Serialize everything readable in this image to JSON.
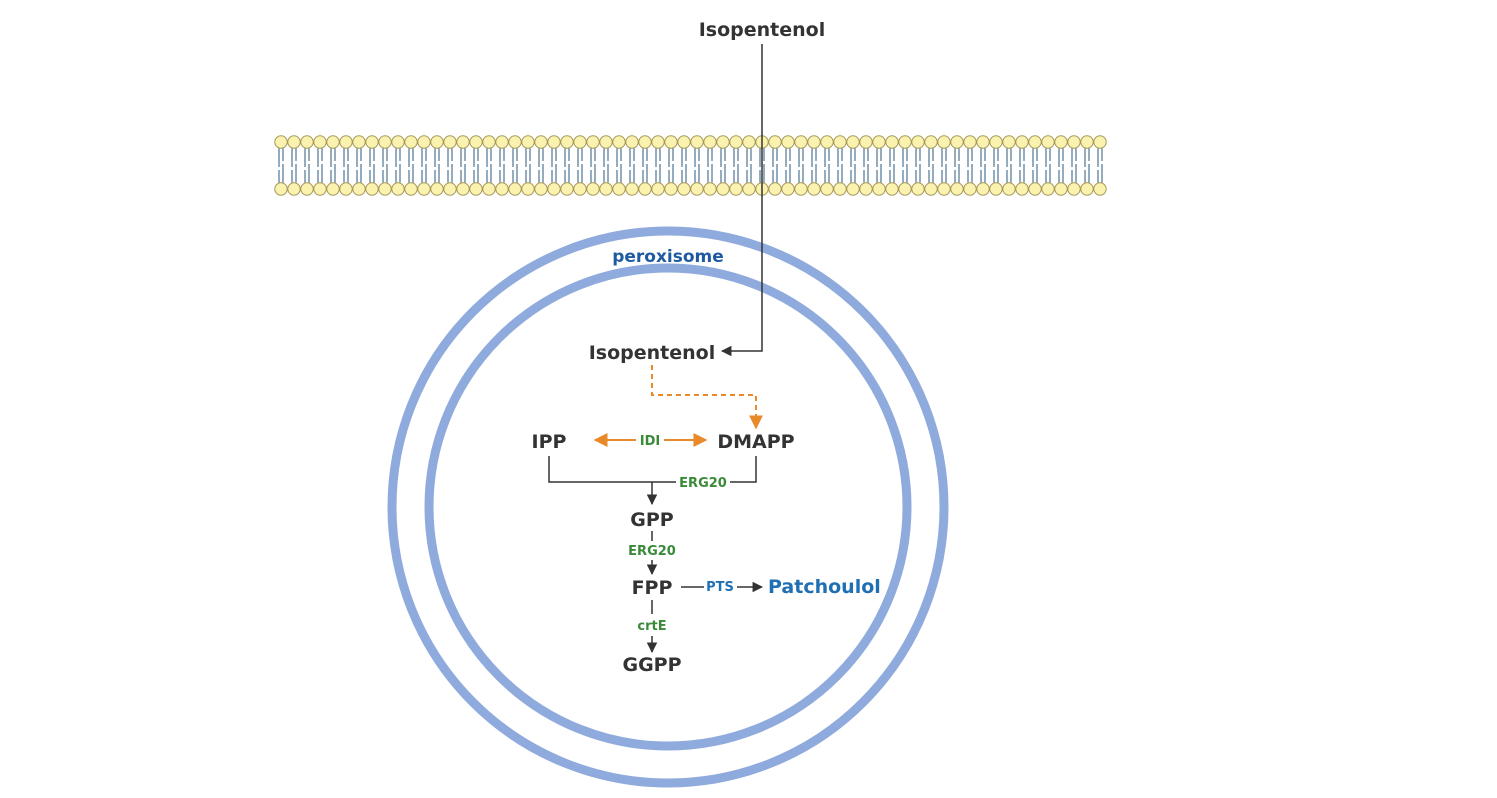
{
  "labels": {
    "isopentenol_outside": "Isopentenol",
    "peroxisome": "peroxisome",
    "isopentenol_inside": "Isopentenol",
    "ipp": "IPP",
    "dmapp": "DMAPP",
    "idi": "IDI",
    "erg20_a": "ERG20",
    "gpp": "GPP",
    "erg20_b": "ERG20",
    "fpp": "FPP",
    "pts": "PTS",
    "patchoulol": "Patchoulol",
    "crte": "crtE",
    "ggpp": "GGPP"
  },
  "colors": {
    "metabolite": "#333333",
    "enzyme_green": "#3a8a3a",
    "orange": "#e88a2a",
    "blue_text": "#1f6fb5",
    "peroxisome_text": "#1e5aa0",
    "peroxisome_ring": "#8faadc",
    "lipid_head_fill": "#fbf2b0",
    "lipid_head_stroke": "#a89a5a",
    "lipid_tail": "#5a7f9a",
    "arrow": "#333333"
  }
}
